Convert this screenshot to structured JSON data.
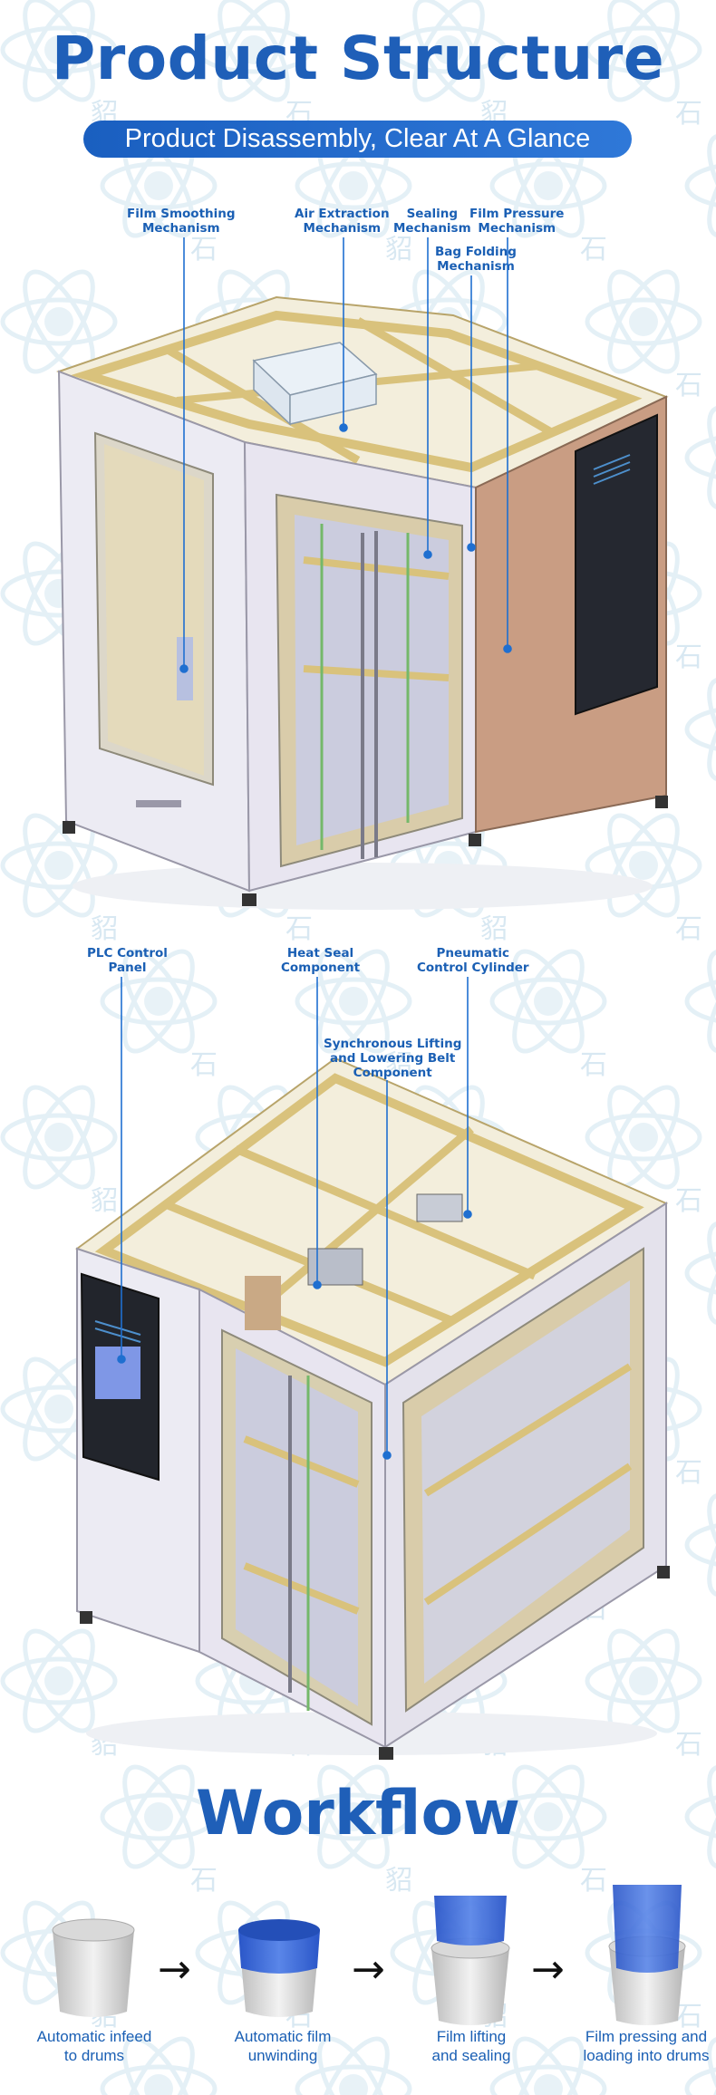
{
  "header": {
    "title": "Product Structure",
    "subtitle": "Product Disassembly, Clear At A Glance"
  },
  "watermark": {
    "char_a": "貂",
    "char_b": "石"
  },
  "machine_front": {
    "callouts": [
      {
        "line1": "Film Smoothing",
        "line2": "Mechanism"
      },
      {
        "line1": "Air Extraction",
        "line2": "Mechanism"
      },
      {
        "line1": "Sealing",
        "line2": "Mechanism"
      },
      {
        "line1": "Film Pressure",
        "line2": "Mechanism"
      },
      {
        "line1": "Bag Folding",
        "line2": "Mechanism"
      }
    ]
  },
  "machine_back": {
    "callouts": [
      {
        "line1": "PLC Control",
        "line2": "Panel"
      },
      {
        "line1": "Heat Seal",
        "line2": "Component"
      },
      {
        "line1": "Pneumatic",
        "line2": "Control Cylinder"
      },
      {
        "line1": "Synchronous Lifting",
        "line2": "and Lowering Belt",
        "line3": "Component"
      }
    ]
  },
  "workflow": {
    "title": "Workflow",
    "arrow": "→",
    "steps": [
      {
        "line1": "Automatic infeed",
        "line2": "to drums"
      },
      {
        "line1": "Automatic film",
        "line2": "unwinding"
      },
      {
        "line1": "Film lifting",
        "line2": "and sealing"
      },
      {
        "line1": "Film pressing and",
        "line2": "loading into drums"
      }
    ]
  },
  "colors": {
    "brand_blue": "#1f5fb8",
    "frame_wood": "#e6d29a",
    "frame_panel": "#ecebf3",
    "side_panel": "#c99d83",
    "film_blue": "#3a66d6"
  }
}
